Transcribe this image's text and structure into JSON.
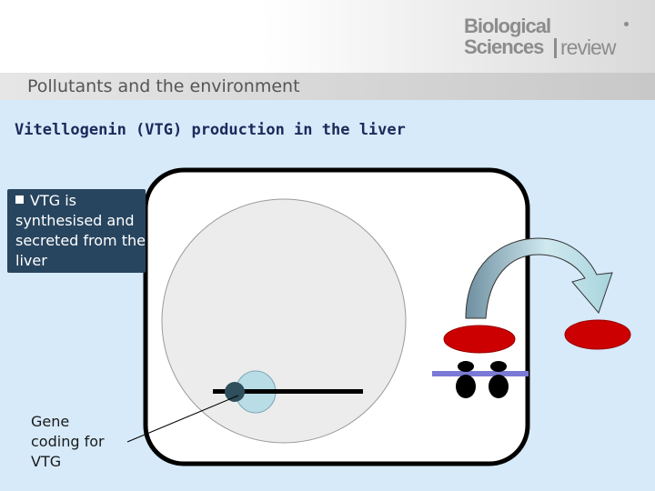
{
  "header": {
    "logo_word_1": "Biological",
    "logo_word_2": "Sciences",
    "logo_word_3": "review",
    "subtitle": "Pollutants and the environment"
  },
  "slide": {
    "title": "Vitellogenin (VTG) production in the liver",
    "bullet_text": "VTG is synthesised and secreted from the liver",
    "gene_label": "Gene coding for VTG"
  },
  "colors": {
    "background": "#d6eafa",
    "text_box": "#28455f",
    "cell_fill": "#ffffff",
    "nucleus_fill": "#ececec",
    "vtg_protein": "#cc0000",
    "membrane": "#7a7ad6",
    "arrow_fill": "#a8d4dc",
    "gene_bubble": "#b8dde6"
  }
}
